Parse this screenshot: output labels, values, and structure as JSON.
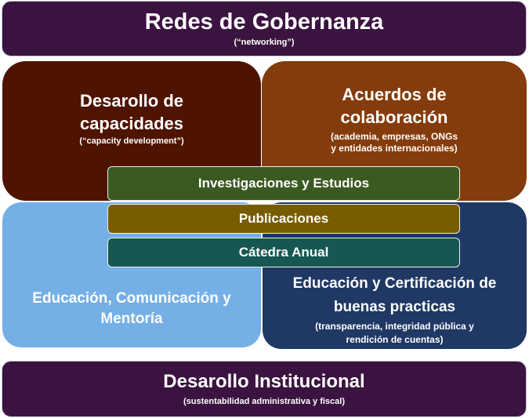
{
  "top": {
    "title": "Redes de Gobernanza",
    "subtitle": "(“networking”)"
  },
  "capacidades": {
    "line1": "Desarollo de",
    "line2": "capacidades",
    "subtitle": "(“capacity development”)"
  },
  "acuerdos": {
    "line1": "Acuerdos de",
    "line2": "colaboración",
    "sub1": "(academia, empresas, ONGs",
    "sub2": "y entidades internacionales)"
  },
  "strips": {
    "investigaciones": "Investigaciones  y Estudios",
    "publicaciones": "Publicaciones",
    "catedra": "Cátedra Anual"
  },
  "educacion": {
    "line1": "Educación, Comunicación y",
    "line2": "Mentoría"
  },
  "certificacion": {
    "line1": "Educación y Certificación de",
    "line2": "buenas practicas",
    "sub1": "(transparencia, integridad pública y",
    "sub2": "rendición de cuentas)"
  },
  "bottom": {
    "title": "Desarollo Institucional",
    "subtitle": "(sustentabilidad administrativa y fiscal)"
  },
  "colors": {
    "purple": "#3b1340",
    "maroon": "#4f1400",
    "brown": "#843c0c",
    "lightblue": "#74afe6",
    "navy": "#1f3864",
    "green": "#3a5a22",
    "olive": "#7a5c00",
    "teal": "#175752"
  }
}
